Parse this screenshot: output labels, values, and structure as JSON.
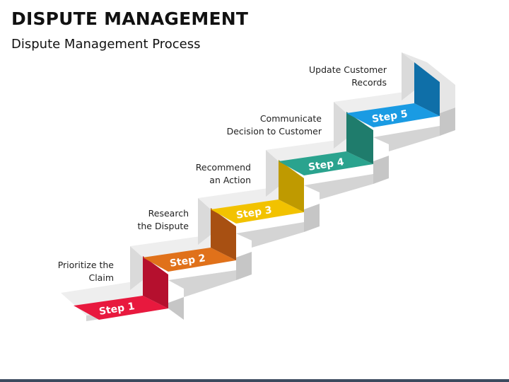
{
  "header": {
    "title": "DISPUTE MANAGEMENT",
    "subtitle": "Dispute Management Process"
  },
  "steps": [
    {
      "label": "Step 1",
      "caption": [
        "Prioritize the",
        "Claim"
      ],
      "color": "#e8193e",
      "riser": "#b5102e"
    },
    {
      "label": "Step 2",
      "caption": [
        "Research",
        "the Dispute"
      ],
      "color": "#e0711a",
      "riser": "#a85012"
    },
    {
      "label": "Step 3",
      "caption": [
        "Recommend",
        "an Action"
      ],
      "color": "#f2c200",
      "riser": "#bf9a00"
    },
    {
      "label": "Step 4",
      "caption": [
        "Communicate",
        "Decision to Customer"
      ],
      "color": "#2aa38e",
      "riser": "#1f7c6c"
    },
    {
      "label": "Step 5",
      "caption": [
        "Update Customer",
        "Records"
      ],
      "color": "#1a9be3",
      "riser": "#0f6fa8"
    }
  ],
  "colors": {
    "stair_top": "#eeeeee",
    "stair_side": "#c8c8c8",
    "stair_face": "#dedede",
    "footer_bar": "#3c4b5f"
  }
}
